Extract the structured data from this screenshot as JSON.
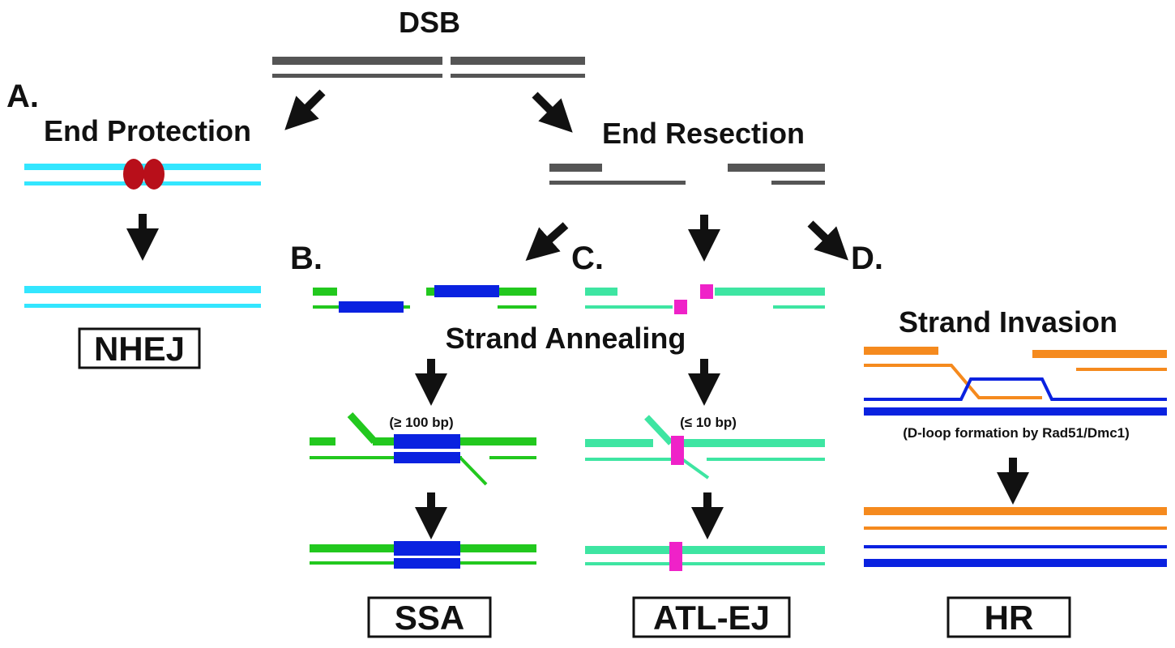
{
  "colors": {
    "dsb_gray": "#555555",
    "nhej_cyan": "#33e6ff",
    "ku_red": "#b80f1a",
    "ssa_green": "#22c81e",
    "homology_blue": "#0a22e0",
    "atl_teal": "#3ee5a2",
    "microhomology_magenta": "#ef22c8",
    "hr_orange": "#f58a1e",
    "hr_blue": "#0a22e0",
    "arrow_black": "#111111"
  },
  "labels": {
    "dsb": "DSB",
    "panel_a": "A.",
    "panel_b": "B.",
    "panel_c": "C.",
    "panel_d": "D.",
    "end_protection": "End Protection",
    "end_resection": "End Resection",
    "strand_annealing": "Strand Annealing",
    "strand_invasion": "Strand Invasion",
    "ssa_homology": "(≥ 100 bp)",
    "atl_homology": "(≤ 10 bp)",
    "dloop": "(D-loop formation by Rad51/Dmc1)"
  },
  "outcomes": {
    "nhej": "NHEJ",
    "ssa": "SSA",
    "atl_ej": "ATL-EJ",
    "hr": "HR"
  }
}
